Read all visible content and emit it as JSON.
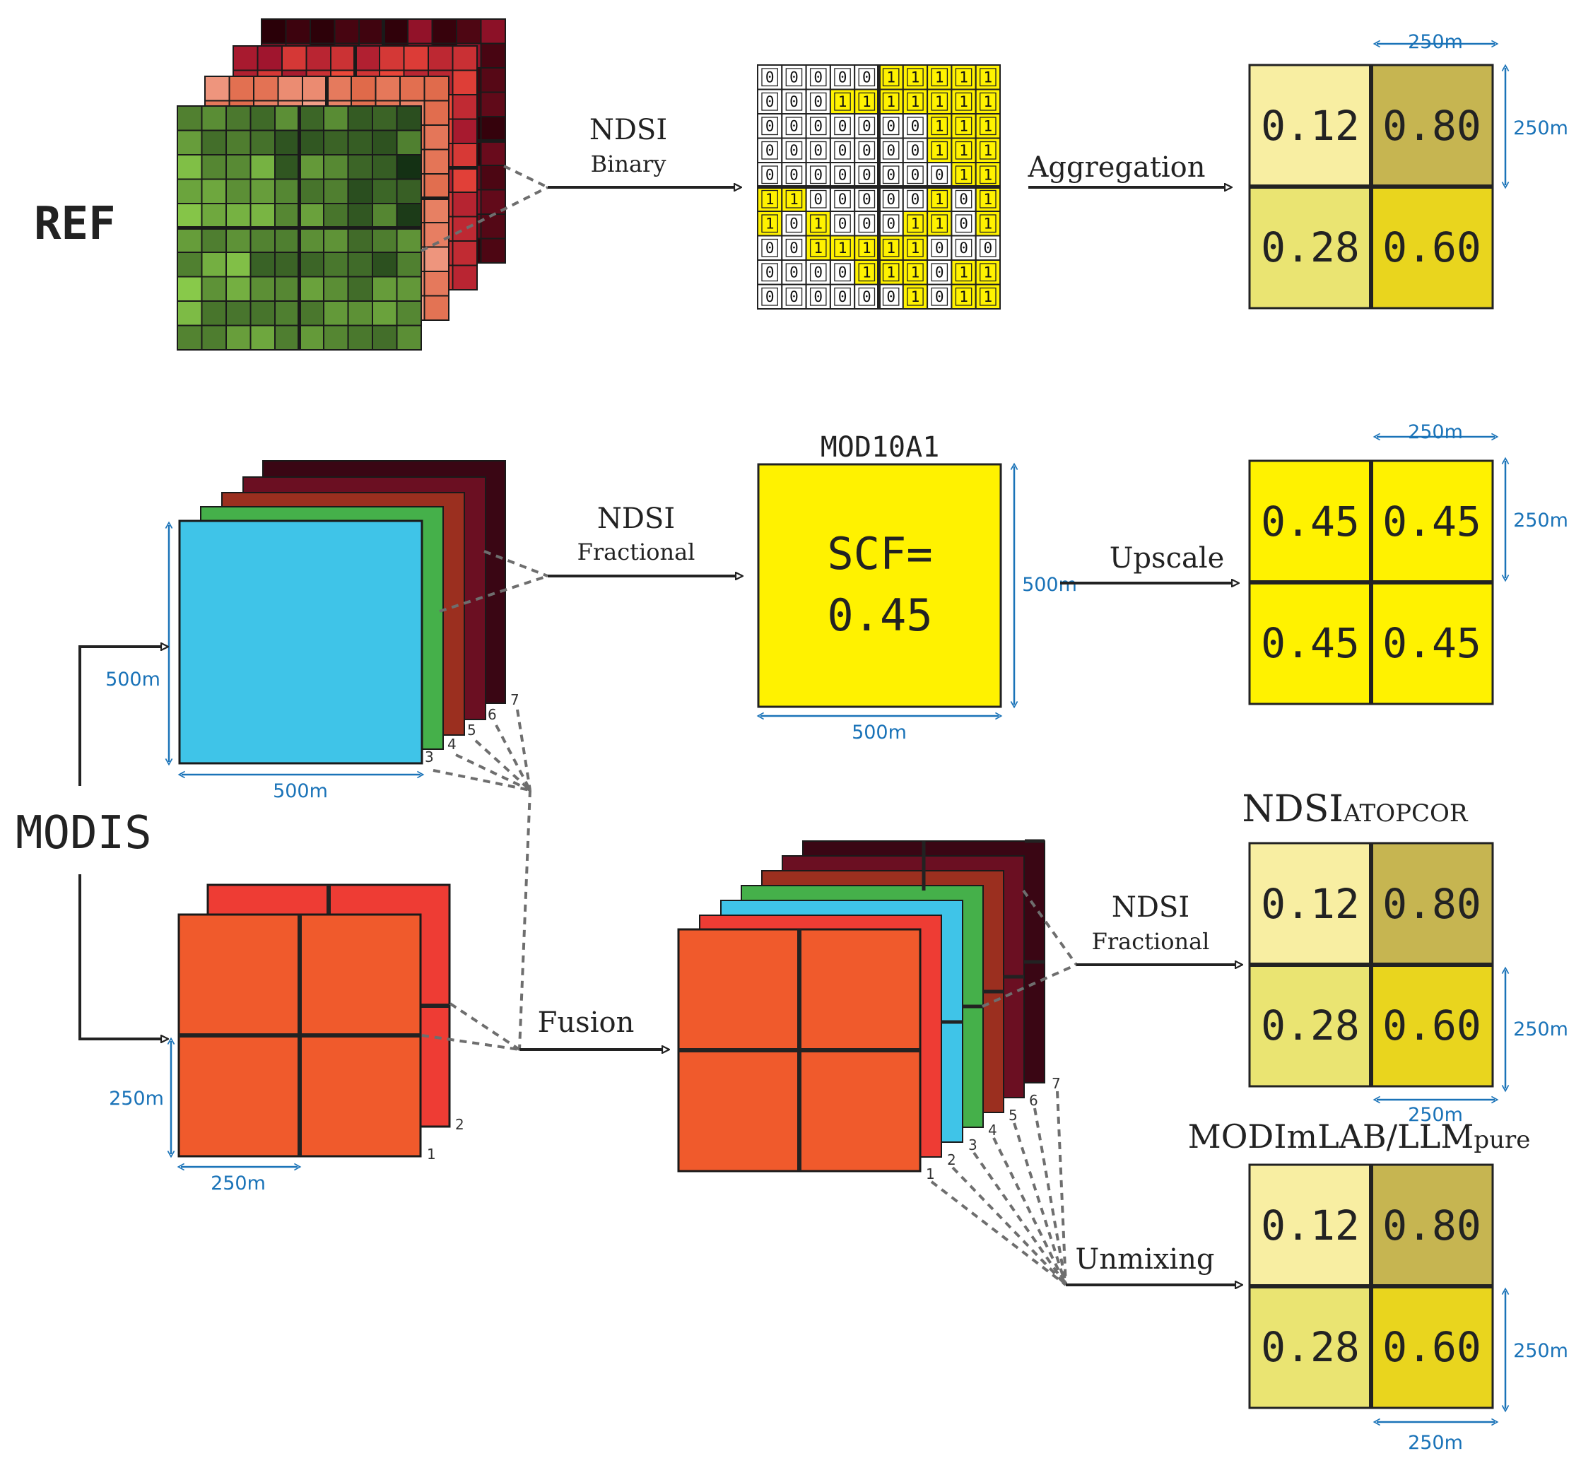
{
  "labels": {
    "ref": "REF",
    "modis": "MODIS",
    "mod10a1": "MOD10A1",
    "scf_line1": "SCF=",
    "scf_line2": "0.45",
    "ndsi_atopcor_main": "NDSI",
    "ndsi_atopcor_sub": "ATOPCOR",
    "modimlab_main": "MODImLAB/LLM",
    "modimlab_sub": "pure"
  },
  "arrows": {
    "ref_ndsi": "NDSI",
    "ref_binary": "Binary",
    "aggregation": "Aggregation",
    "modis_ndsi": "NDSI",
    "modis_fractional": "Fractional",
    "upscale": "Upscale",
    "fusion": "Fusion",
    "fused_ndsi": "NDSI",
    "fused_fractional": "Fractional",
    "unmixing": "Unmixing"
  },
  "dimensions": {
    "m250": "250m",
    "m500": "500m"
  },
  "band_numbers": {
    "modis500": [
      "3",
      "4",
      "5",
      "6",
      "7"
    ],
    "modis250": [
      "1",
      "2"
    ],
    "fused": [
      "1",
      "2",
      "3",
      "4",
      "5",
      "6",
      "7"
    ]
  },
  "binary_grid": [
    "0000011111",
    "0001111111",
    "0000000111",
    "0000000111",
    "0000000011",
    "1100000101",
    "1010001101",
    "0011111000",
    "0000111011",
    "0000001011"
  ],
  "grids": {
    "aggregation_result": [
      "0.12",
      "0.80",
      "0.28",
      "0.60"
    ],
    "upscale_result": [
      "0.45",
      "0.45",
      "0.45",
      "0.45"
    ],
    "ndsi_atopcor_result": [
      "0.12",
      "0.80",
      "0.28",
      "0.60"
    ],
    "unmixing_result": [
      "0.12",
      "0.80",
      "0.28",
      "0.60"
    ]
  },
  "colors": {
    "dim_blue": "#1a73b8",
    "dark_line": "#222222",
    "dash_gray": "#6e6e6e",
    "blue_band": "#3fc4e8",
    "green_band": "#45b04a",
    "rust_band": "#9b2f1f",
    "maroon_band": "#6b0f22",
    "dark_maroon_band": "#3a0614",
    "orange_band": "#f05a2c",
    "red_band": "#ee3c34",
    "snow_yellow": "#fff200",
    "binary_yellow": "#fff200",
    "val_012": "#f8eea2",
    "val_080": "#c6b551",
    "val_028": "#eae472",
    "val_060": "#e9d51e"
  }
}
